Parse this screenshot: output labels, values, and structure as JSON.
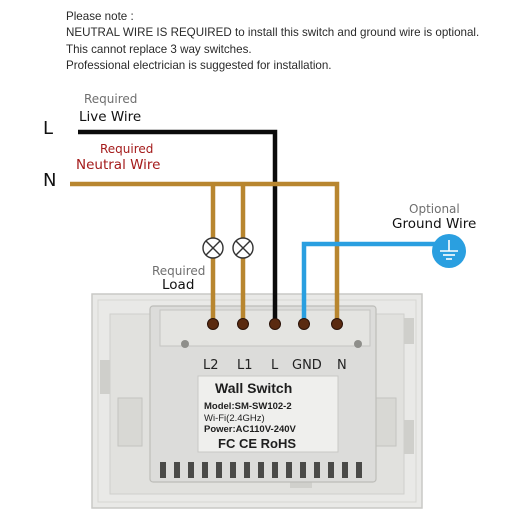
{
  "note": {
    "heading": "Please note :",
    "lines": [
      "NEUTRAL WIRE IS REQUIRED to install this switch and ground wire is optional.",
      "This cannot replace 3 way switches.",
      "Professional electrician is suggested for installation."
    ]
  },
  "live": {
    "terminal": "L",
    "tag": "Required",
    "name": "Live Wire",
    "color": "#000000"
  },
  "neutral": {
    "terminal": "N",
    "tag": "Required",
    "name": "Neutral Wire",
    "color": "#b8862f",
    "label_color": "#a41b1b"
  },
  "load": {
    "tag": "Required",
    "name": "Load"
  },
  "ground": {
    "tag": "Optional",
    "name": "Ground Wire",
    "color": "#2a9fe0"
  },
  "device": {
    "terminals": [
      "L2",
      "L1",
      "L",
      "GND",
      "N"
    ],
    "title": "Wall Switch",
    "model": "Model:SM-SW102-2",
    "wifi": "Wi-Fi(2.4GHz)",
    "power": "Power:AC110V-240V",
    "certs": "FC CE RoHS"
  },
  "colors": {
    "tag_gray": "#6f6f6f",
    "plate": "#e9e9e7",
    "module": "#dcdcda"
  }
}
